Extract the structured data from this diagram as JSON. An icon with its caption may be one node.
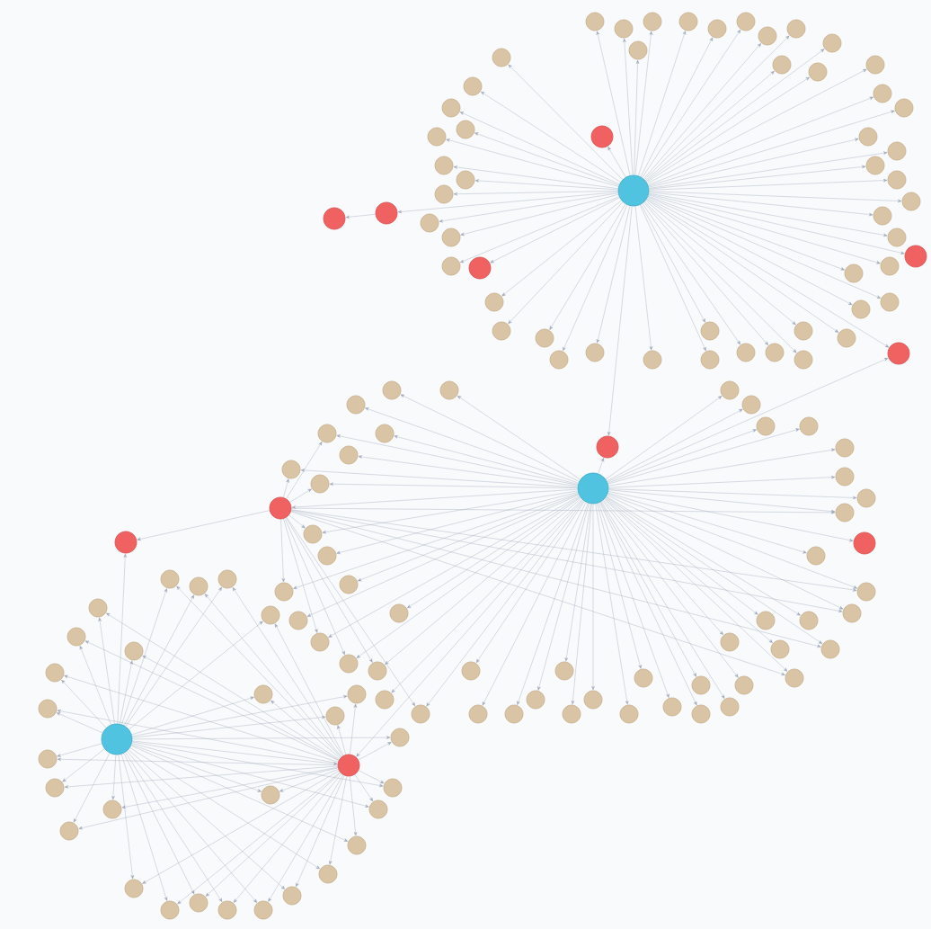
{
  "diagram": {
    "nodes": [
      {
        "text": [],
        "shape": "circle"
      },
      {
        "text": [],
        "shape": "circle"
      },
      {
        "text": [],
        "shape": "circle"
      },
      {
        "text": [],
        "shape": "circle"
      },
      {
        "text": [],
        "shape": "circle"
      },
      {
        "text": [],
        "shape": "circle"
      },
      {
        "text": [],
        "shape": "circle"
      },
      {
        "text": [],
        "shape": "circle"
      },
      {
        "text": [],
        "shape": "circle"
      },
      {
        "text": [],
        "shape": "circle"
      },
      {
        "text": [],
        "shape": "circle"
      },
      {
        "text": [],
        "shape": "circle"
      },
      {
        "text": [],
        "shape": "circle"
      },
      {
        "text": [],
        "shape": "circle"
      },
      {
        "text": [],
        "shape": "circle"
      },
      {
        "text": [],
        "shape": "circle"
      },
      {
        "text": [],
        "shape": "circle"
      },
      {
        "text": [],
        "shape": "circle"
      },
      {
        "text": [],
        "shape": "circle"
      },
      {
        "text": [],
        "shape": "circle"
      },
      {
        "text": [],
        "shape": "circle"
      },
      {
        "text": [],
        "shape": "circle"
      },
      {
        "text": [],
        "shape": "circle"
      },
      {
        "text": [],
        "shape": "circle"
      },
      {
        "text": [],
        "shape": "circle"
      },
      {
        "text": [],
        "shape": "circle"
      },
      {
        "text": [],
        "shape": "circle"
      },
      {
        "text": [],
        "shape": "circle"
      },
      {
        "text": [],
        "shape": "circle"
      },
      {
        "text": [],
        "shape": "circle"
      },
      {
        "text": [],
        "shape": "circle"
      },
      {
        "text": [],
        "shape": "circle"
      },
      {
        "text": [],
        "shape": "circle"
      },
      {
        "text": [],
        "shape": "circle"
      },
      {
        "text": [],
        "shape": "circle"
      },
      {
        "text": [],
        "shape": "circle"
      },
      {
        "text": [],
        "shape": "circle"
      },
      {
        "text": [],
        "shape": "circle"
      },
      {
        "text": [],
        "shape": "circle"
      },
      {
        "text": [],
        "shape": "circle"
      },
      {
        "text": [],
        "shape": "circle"
      },
      {
        "text": [],
        "shape": "circle"
      },
      {
        "text": [],
        "shape": "circle"
      },
      {
        "text": [],
        "shape": "circle"
      },
      {
        "text": [],
        "shape": "circle"
      },
      {
        "text": [],
        "shape": "circle"
      },
      {
        "text": [],
        "shape": "circle"
      },
      {
        "text": [],
        "shape": "circle"
      },
      {
        "text": [],
        "shape": "circle"
      },
      {
        "text": [],
        "shape": "circle"
      },
      {
        "text": [],
        "shape": "circle"
      },
      {
        "text": [],
        "shape": "circle"
      },
      {
        "text": [],
        "shape": "circle"
      },
      {
        "text": [],
        "shape": "circle"
      },
      {
        "text": [],
        "shape": "circle"
      },
      {
        "text": [],
        "shape": "circle"
      },
      {
        "text": [],
        "shape": "circle"
      },
      {
        "text": [],
        "shape": "circle"
      },
      {
        "text": [],
        "shape": "circle"
      },
      {
        "text": [],
        "shape": "circle"
      },
      {
        "text": [],
        "shape": "circle"
      },
      {
        "text": [],
        "shape": "circle"
      },
      {
        "text": [],
        "shape": "circle"
      },
      {
        "text": [],
        "shape": "circle"
      },
      {
        "text": [],
        "shape": "circle"
      },
      {
        "text": [],
        "shape": "circle"
      },
      {
        "text": [],
        "shape": "circle"
      },
      {
        "text": [],
        "shape": "circle"
      },
      {
        "text": [],
        "shape": "circle"
      },
      {
        "text": [],
        "shape": "circle"
      },
      {
        "text": [],
        "shape": "circle"
      },
      {
        "text": [],
        "shape": "circle"
      },
      {
        "text": [],
        "shape": "circle"
      },
      {
        "text": [],
        "shape": "circle"
      },
      {
        "text": [],
        "shape": "circle"
      },
      {
        "text": [],
        "shape": "circle"
      },
      {
        "text": [],
        "shape": "circle"
      },
      {
        "text": [],
        "shape": "circle"
      },
      {
        "text": [],
        "shape": "circle"
      },
      {
        "text": [],
        "shape": "circle"
      },
      {
        "text": [],
        "shape": "circle"
      },
      {
        "text": [],
        "shape": "circle"
      },
      {
        "text": [],
        "shape": "circle"
      },
      {
        "text": [],
        "shape": "circle"
      },
      {
        "text": [],
        "shape": "circle"
      },
      {
        "text": [],
        "shape": "circle"
      },
      {
        "text": [],
        "shape": "circle"
      },
      {
        "text": [],
        "shape": "circle"
      },
      {
        "text": [],
        "shape": "circle"
      },
      {
        "text": [],
        "shape": "circle"
      },
      {
        "text": [],
        "shape": "circle"
      },
      {
        "text": [],
        "shape": "circle"
      },
      {
        "text": [],
        "shape": "circle"
      },
      {
        "text": [],
        "shape": "circle"
      },
      {
        "text": [],
        "shape": "circle"
      },
      {
        "text": [],
        "shape": "circle"
      },
      {
        "text": [],
        "shape": "circle"
      },
      {
        "text": [],
        "shape": "circle"
      },
      {
        "text": [],
        "shape": "circle"
      },
      {
        "text": [],
        "shape": "circle"
      },
      {
        "text": [],
        "shape": "circle"
      },
      {
        "text": [],
        "shape": "circle"
      },
      {
        "text": [],
        "shape": "circle"
      },
      {
        "text": [],
        "shape": "circle"
      },
      {
        "text": [],
        "shape": "circle"
      },
      {
        "text": [],
        "shape": "circle"
      },
      {
        "text": [],
        "shape": "circle"
      },
      {
        "text": [],
        "shape": "circle"
      },
      {
        "text": [],
        "shape": "circle"
      },
      {
        "text": [],
        "shape": "circle"
      },
      {
        "text": [],
        "shape": "circle"
      },
      {
        "text": [],
        "shape": "circle"
      },
      {
        "text": [],
        "shape": "circle"
      },
      {
        "text": [],
        "shape": "circle"
      },
      {
        "text": [],
        "shape": "circle"
      },
      {
        "text": [],
        "shape": "circle"
      },
      {
        "text": [],
        "shape": "circle"
      },
      {
        "text": [],
        "shape": "circle"
      },
      {
        "text": [],
        "shape": "circle"
      },
      {
        "text": [],
        "shape": "circle"
      },
      {
        "text": [],
        "shape": "circle"
      },
      {
        "text": [],
        "shape": "circle"
      },
      {
        "text": [],
        "shape": "circle"
      },
      {
        "text": [],
        "shape": "circle"
      },
      {
        "text": [],
        "shape": "circle"
      },
      {
        "text": [],
        "shape": "circle"
      },
      {
        "text": [],
        "shape": "circle"
      },
      {
        "text": [],
        "shape": "circle"
      },
      {
        "text": [],
        "shape": "circle"
      },
      {
        "text": [],
        "shape": "circle"
      },
      {
        "text": [],
        "shape": "circle"
      },
      {
        "text": [],
        "shape": "circle"
      },
      {
        "text": [],
        "shape": "circle"
      },
      {
        "text": [],
        "shape": "circle"
      },
      {
        "text": [],
        "shape": "circle"
      },
      {
        "text": [],
        "shape": "circle"
      },
      {
        "text": [],
        "shape": "circle"
      },
      {
        "text": [],
        "shape": "circle"
      },
      {
        "text": [],
        "shape": "circle"
      },
      {
        "text": [],
        "shape": "circle"
      },
      {
        "text": [],
        "shape": "circle"
      },
      {
        "text": [],
        "shape": "circle"
      }
    ],
    "edges": [
      {
        "from": 0,
        "to": 3,
        "arrow": "to"
      },
      {
        "from": 0,
        "to": 4,
        "arrow": "to"
      },
      {
        "from": 4,
        "to": 5,
        "arrow": "to"
      },
      {
        "from": 0,
        "to": 6,
        "arrow": "to"
      },
      {
        "from": 0,
        "to": 7,
        "arrow": "to"
      },
      {
        "from": 0,
        "to": 8,
        "arrow": "to"
      },
      {
        "from": 1,
        "to": 8,
        "arrow": "to"
      },
      {
        "from": 0,
        "to": 9,
        "arrow": "to"
      },
      {
        "from": 1,
        "to": 9,
        "arrow": "to"
      },
      {
        "from": 1,
        "to": 10,
        "arrow": "to"
      },
      {
        "from": 10,
        "to": 11,
        "arrow": "to"
      },
      {
        "from": 2,
        "to": 11,
        "arrow": "to"
      },
      {
        "from": 1,
        "to": 12,
        "arrow": "to"
      },
      {
        "from": 1,
        "to": 13,
        "arrow": "to"
      },
      {
        "from": 2,
        "to": 13,
        "arrow": "to"
      },
      {
        "from": 0,
        "to": 14,
        "arrow": "to"
      },
      {
        "from": 0,
        "to": 15,
        "arrow": "to"
      },
      {
        "from": 0,
        "to": 16,
        "arrow": "to"
      },
      {
        "from": 0,
        "to": 17,
        "arrow": "to"
      },
      {
        "from": 0,
        "to": 18,
        "arrow": "to"
      },
      {
        "from": 0,
        "to": 19,
        "arrow": "to"
      },
      {
        "from": 0,
        "to": 20,
        "arrow": "to"
      },
      {
        "from": 0,
        "to": 21,
        "arrow": "to"
      },
      {
        "from": 0,
        "to": 22,
        "arrow": "to"
      },
      {
        "from": 0,
        "to": 23,
        "arrow": "to"
      },
      {
        "from": 0,
        "to": 24,
        "arrow": "to"
      },
      {
        "from": 0,
        "to": 25,
        "arrow": "to"
      },
      {
        "from": 0,
        "to": 26,
        "arrow": "to"
      },
      {
        "from": 0,
        "to": 27,
        "arrow": "to"
      },
      {
        "from": 0,
        "to": 28,
        "arrow": "to"
      },
      {
        "from": 0,
        "to": 29,
        "arrow": "to"
      },
      {
        "from": 0,
        "to": 30,
        "arrow": "to"
      },
      {
        "from": 0,
        "to": 31,
        "arrow": "to"
      },
      {
        "from": 0,
        "to": 32,
        "arrow": "to"
      },
      {
        "from": 0,
        "to": 33,
        "arrow": "to"
      },
      {
        "from": 0,
        "to": 34,
        "arrow": "to"
      },
      {
        "from": 0,
        "to": 35,
        "arrow": "to"
      },
      {
        "from": 0,
        "to": 36,
        "arrow": "to"
      },
      {
        "from": 0,
        "to": 37,
        "arrow": "to"
      },
      {
        "from": 0,
        "to": 38,
        "arrow": "to"
      },
      {
        "from": 0,
        "to": 39,
        "arrow": "to"
      },
      {
        "from": 0,
        "to": 40,
        "arrow": "to"
      },
      {
        "from": 0,
        "to": 41,
        "arrow": "to"
      },
      {
        "from": 0,
        "to": 42,
        "arrow": "to"
      },
      {
        "from": 0,
        "to": 43,
        "arrow": "to"
      },
      {
        "from": 0,
        "to": 44,
        "arrow": "to"
      },
      {
        "from": 0,
        "to": 45,
        "arrow": "to"
      },
      {
        "from": 0,
        "to": 46,
        "arrow": "to"
      },
      {
        "from": 0,
        "to": 47,
        "arrow": "to"
      },
      {
        "from": 0,
        "to": 48,
        "arrow": "to"
      },
      {
        "from": 0,
        "to": 49,
        "arrow": "to"
      },
      {
        "from": 0,
        "to": 50,
        "arrow": "to"
      },
      {
        "from": 0,
        "to": 51,
        "arrow": "to"
      },
      {
        "from": 0,
        "to": 52,
        "arrow": "to"
      },
      {
        "from": 0,
        "to": 53,
        "arrow": "to"
      },
      {
        "from": 0,
        "to": 54,
        "arrow": "to"
      },
      {
        "from": 0,
        "to": 55,
        "arrow": "to"
      },
      {
        "from": 0,
        "to": 56,
        "arrow": "to"
      },
      {
        "from": 0,
        "to": 57,
        "arrow": "to"
      },
      {
        "from": 0,
        "to": 58,
        "arrow": "to"
      },
      {
        "from": 0,
        "to": 59,
        "arrow": "to"
      },
      {
        "from": 0,
        "to": 60,
        "arrow": "to"
      },
      {
        "from": 0,
        "to": 61,
        "arrow": "to"
      },
      {
        "from": 0,
        "to": 62,
        "arrow": "to"
      },
      {
        "from": 0,
        "to": 63,
        "arrow": "to"
      },
      {
        "from": 1,
        "to": 64,
        "arrow": "to"
      },
      {
        "from": 1,
        "to": 65,
        "arrow": "to"
      },
      {
        "from": 1,
        "to": 66,
        "arrow": "to"
      },
      {
        "from": 1,
        "to": 67,
        "arrow": "to"
      },
      {
        "from": 1,
        "to": 68,
        "arrow": "to"
      },
      {
        "from": 1,
        "to": 69,
        "arrow": "to"
      },
      {
        "from": 1,
        "to": 70,
        "arrow": "to"
      },
      {
        "from": 1,
        "to": 71,
        "arrow": "to"
      },
      {
        "from": 1,
        "to": 72,
        "arrow": "to"
      },
      {
        "from": 1,
        "to": 73,
        "arrow": "to"
      },
      {
        "from": 1,
        "to": 74,
        "arrow": "to"
      },
      {
        "from": 1,
        "to": 75,
        "arrow": "to"
      },
      {
        "from": 1,
        "to": 76,
        "arrow": "to"
      },
      {
        "from": 1,
        "to": 77,
        "arrow": "to"
      },
      {
        "from": 1,
        "to": 78,
        "arrow": "to"
      },
      {
        "from": 1,
        "to": 79,
        "arrow": "to"
      },
      {
        "from": 1,
        "to": 80,
        "arrow": "to"
      },
      {
        "from": 1,
        "to": 81,
        "arrow": "to"
      },
      {
        "from": 1,
        "to": 82,
        "arrow": "to"
      },
      {
        "from": 1,
        "to": 83,
        "arrow": "to"
      },
      {
        "from": 1,
        "to": 84,
        "arrow": "to"
      },
      {
        "from": 1,
        "to": 85,
        "arrow": "to"
      },
      {
        "from": 1,
        "to": 86,
        "arrow": "to"
      },
      {
        "from": 1,
        "to": 87,
        "arrow": "to"
      },
      {
        "from": 1,
        "to": 88,
        "arrow": "to"
      },
      {
        "from": 1,
        "to": 89,
        "arrow": "to"
      },
      {
        "from": 1,
        "to": 90,
        "arrow": "to"
      },
      {
        "from": 1,
        "to": 91,
        "arrow": "to"
      },
      {
        "from": 1,
        "to": 92,
        "arrow": "to"
      },
      {
        "from": 1,
        "to": 93,
        "arrow": "to"
      },
      {
        "from": 1,
        "to": 94,
        "arrow": "to"
      },
      {
        "from": 1,
        "to": 95,
        "arrow": "to"
      },
      {
        "from": 1,
        "to": 96,
        "arrow": "to"
      },
      {
        "from": 1,
        "to": 97,
        "arrow": "to"
      },
      {
        "from": 1,
        "to": 98,
        "arrow": "to"
      },
      {
        "from": 1,
        "to": 99,
        "arrow": "to"
      },
      {
        "from": 1,
        "to": 100,
        "arrow": "to"
      },
      {
        "from": 1,
        "to": 101,
        "arrow": "to"
      },
      {
        "from": 1,
        "to": 102,
        "arrow": "to"
      },
      {
        "from": 1,
        "to": 103,
        "arrow": "to"
      },
      {
        "from": 1,
        "to": 104,
        "arrow": "to"
      },
      {
        "from": 1,
        "to": 105,
        "arrow": "to"
      },
      {
        "from": 1,
        "to": 106,
        "arrow": "to"
      },
      {
        "from": 1,
        "to": 107,
        "arrow": "to"
      },
      {
        "from": 1,
        "to": 108,
        "arrow": "to"
      },
      {
        "from": 1,
        "to": 109,
        "arrow": "to"
      },
      {
        "from": 1,
        "to": 110,
        "arrow": "to"
      },
      {
        "from": 1,
        "to": 111,
        "arrow": "to"
      },
      {
        "from": 1,
        "to": 112,
        "arrow": "to"
      },
      {
        "from": 1,
        "to": 113,
        "arrow": "to"
      },
      {
        "from": 10,
        "to": 64,
        "arrow": "to"
      },
      {
        "from": 10,
        "to": 65,
        "arrow": "to"
      },
      {
        "from": 10,
        "to": 66,
        "arrow": "to"
      },
      {
        "from": 10,
        "to": 67,
        "arrow": "to"
      },
      {
        "from": 10,
        "to": 68,
        "arrow": "to"
      },
      {
        "from": 10,
        "to": 69,
        "arrow": "to"
      },
      {
        "from": 10,
        "to": 70,
        "arrow": "to"
      },
      {
        "from": 10,
        "to": 71,
        "arrow": "to"
      },
      {
        "from": 10,
        "to": 72,
        "arrow": "to"
      },
      {
        "from": 10,
        "to": 73,
        "arrow": "to"
      },
      {
        "from": 10,
        "to": 74,
        "arrow": "to"
      },
      {
        "from": 10,
        "to": 75,
        "arrow": "to"
      },
      {
        "from": 10,
        "to": 76,
        "arrow": "to"
      },
      {
        "from": 10,
        "to": 77,
        "arrow": "to"
      },
      {
        "from": 2,
        "to": 114,
        "arrow": "to"
      },
      {
        "from": 2,
        "to": 115,
        "arrow": "to"
      },
      {
        "from": 2,
        "to": 116,
        "arrow": "to"
      },
      {
        "from": 2,
        "to": 117,
        "arrow": "to"
      },
      {
        "from": 2,
        "to": 118,
        "arrow": "to"
      },
      {
        "from": 2,
        "to": 119,
        "arrow": "to"
      },
      {
        "from": 2,
        "to": 120,
        "arrow": "to"
      },
      {
        "from": 2,
        "to": 121,
        "arrow": "to"
      },
      {
        "from": 2,
        "to": 122,
        "arrow": "to"
      },
      {
        "from": 2,
        "to": 123,
        "arrow": "to"
      },
      {
        "from": 2,
        "to": 124,
        "arrow": "to"
      },
      {
        "from": 2,
        "to": 125,
        "arrow": "to"
      },
      {
        "from": 2,
        "to": 126,
        "arrow": "to"
      },
      {
        "from": 2,
        "to": 127,
        "arrow": "to"
      },
      {
        "from": 2,
        "to": 128,
        "arrow": "to"
      },
      {
        "from": 2,
        "to": 129,
        "arrow": "to"
      },
      {
        "from": 2,
        "to": 130,
        "arrow": "to"
      },
      {
        "from": 2,
        "to": 131,
        "arrow": "to"
      },
      {
        "from": 2,
        "to": 132,
        "arrow": "to"
      },
      {
        "from": 2,
        "to": 133,
        "arrow": "to"
      },
      {
        "from": 2,
        "to": 134,
        "arrow": "to"
      },
      {
        "from": 2,
        "to": 135,
        "arrow": "to"
      },
      {
        "from": 2,
        "to": 136,
        "arrow": "to"
      },
      {
        "from": 2,
        "to": 137,
        "arrow": "to"
      },
      {
        "from": 2,
        "to": 138,
        "arrow": "to"
      },
      {
        "from": 2,
        "to": 139,
        "arrow": "to"
      },
      {
        "from": 2,
        "to": 140,
        "arrow": "to"
      },
      {
        "from": 2,
        "to": 141,
        "arrow": "to"
      },
      {
        "from": 13,
        "to": 114,
        "arrow": "to"
      },
      {
        "from": 13,
        "to": 115,
        "arrow": "to"
      },
      {
        "from": 13,
        "to": 116,
        "arrow": "to"
      },
      {
        "from": 13,
        "to": 117,
        "arrow": "to"
      },
      {
        "from": 13,
        "to": 118,
        "arrow": "to"
      },
      {
        "from": 13,
        "to": 119,
        "arrow": "to"
      },
      {
        "from": 13,
        "to": 120,
        "arrow": "to"
      },
      {
        "from": 13,
        "to": 121,
        "arrow": "to"
      },
      {
        "from": 13,
        "to": 122,
        "arrow": "to"
      },
      {
        "from": 13,
        "to": 123,
        "arrow": "to"
      },
      {
        "from": 13,
        "to": 124,
        "arrow": "to"
      },
      {
        "from": 13,
        "to": 125,
        "arrow": "to"
      },
      {
        "from": 13,
        "to": 126,
        "arrow": "to"
      },
      {
        "from": 13,
        "to": 127,
        "arrow": "to"
      },
      {
        "from": 13,
        "to": 128,
        "arrow": "to"
      },
      {
        "from": 13,
        "to": 129,
        "arrow": "to"
      },
      {
        "from": 13,
        "to": 130,
        "arrow": "to"
      },
      {
        "from": 13,
        "to": 131,
        "arrow": "to"
      },
      {
        "from": 13,
        "to": 132,
        "arrow": "to"
      },
      {
        "from": 13,
        "to": 133,
        "arrow": "to"
      },
      {
        "from": 13,
        "to": 134,
        "arrow": "to"
      },
      {
        "from": 13,
        "to": 135,
        "arrow": "to"
      },
      {
        "from": 13,
        "to": 136,
        "arrow": "to"
      },
      {
        "from": 13,
        "to": 137,
        "arrow": "to"
      },
      {
        "from": 13,
        "to": 138,
        "arrow": "to"
      },
      {
        "from": 13,
        "to": 139,
        "arrow": "to"
      },
      {
        "from": 13,
        "to": 140,
        "arrow": "to"
      },
      {
        "from": 13,
        "to": 141,
        "arrow": "to"
      }
    ]
  }
}
